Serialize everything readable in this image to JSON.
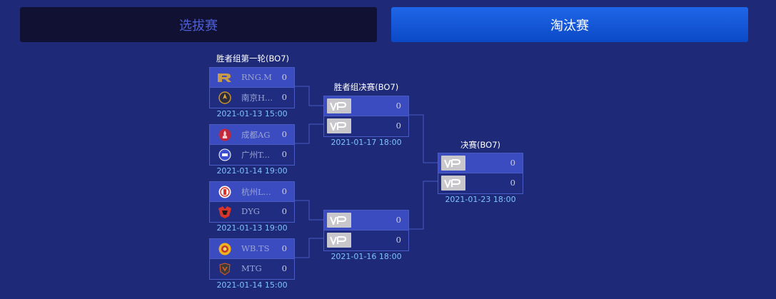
{
  "tabs": {
    "selection": "选拔赛",
    "elimination": "淘汰赛"
  },
  "rounds": {
    "r1": "胜者组第一轮(BO7)",
    "r2": "胜者组决赛(BO7)",
    "final": "决赛(BO7)"
  },
  "matches": [
    {
      "date": "2021-01-13 15:00",
      "teams": [
        {
          "name": "RNG.M",
          "score": "0",
          "logo": "rng-logo"
        },
        {
          "name": "南京H...",
          "score": "0",
          "logo": "nanjing-hero-logo"
        }
      ]
    },
    {
      "date": "2021-01-14 19:00",
      "teams": [
        {
          "name": "成都AG",
          "score": "0",
          "logo": "chengdu-ag-logo"
        },
        {
          "name": "广州T...",
          "score": "0",
          "logo": "guangzhou-ttg-logo"
        }
      ]
    },
    {
      "date": "2021-01-13 19:00",
      "teams": [
        {
          "name": "杭州L...",
          "score": "0",
          "logo": "hangzhou-lgd-logo"
        },
        {
          "name": "DYG",
          "score": "0",
          "logo": "dyg-logo"
        }
      ]
    },
    {
      "date": "2021-01-14 15:00",
      "teams": [
        {
          "name": "WB.TS",
          "score": "0",
          "logo": "wb-ts-logo"
        },
        {
          "name": "MTG",
          "score": "0",
          "logo": "mtg-logo"
        }
      ]
    },
    {
      "date": "2021-01-17 18:00",
      "teams": [
        {
          "name": "",
          "score": "0",
          "logo": "vp-placeholder-logo"
        },
        {
          "name": "",
          "score": "0",
          "logo": "vp-placeholder-logo"
        }
      ]
    },
    {
      "date": "2021-01-16 18:00",
      "teams": [
        {
          "name": "",
          "score": "0",
          "logo": "vp-placeholder-logo"
        },
        {
          "name": "",
          "score": "0",
          "logo": "vp-placeholder-logo"
        }
      ]
    },
    {
      "date": "2021-01-23 18:00",
      "teams": [
        {
          "name": "",
          "score": "0",
          "logo": "vp-placeholder-logo"
        },
        {
          "name": "",
          "score": "0",
          "logo": "vp-placeholder-logo"
        }
      ]
    }
  ],
  "colors": {
    "background": "#1e2a78",
    "row_highlight": "#3a4cc0",
    "row_dark": "#1f2c80",
    "border": "#4a5bc4",
    "date_text": "#7ec3ff",
    "active_tab": "#0b49c6",
    "inactive_tab": "#111133"
  }
}
